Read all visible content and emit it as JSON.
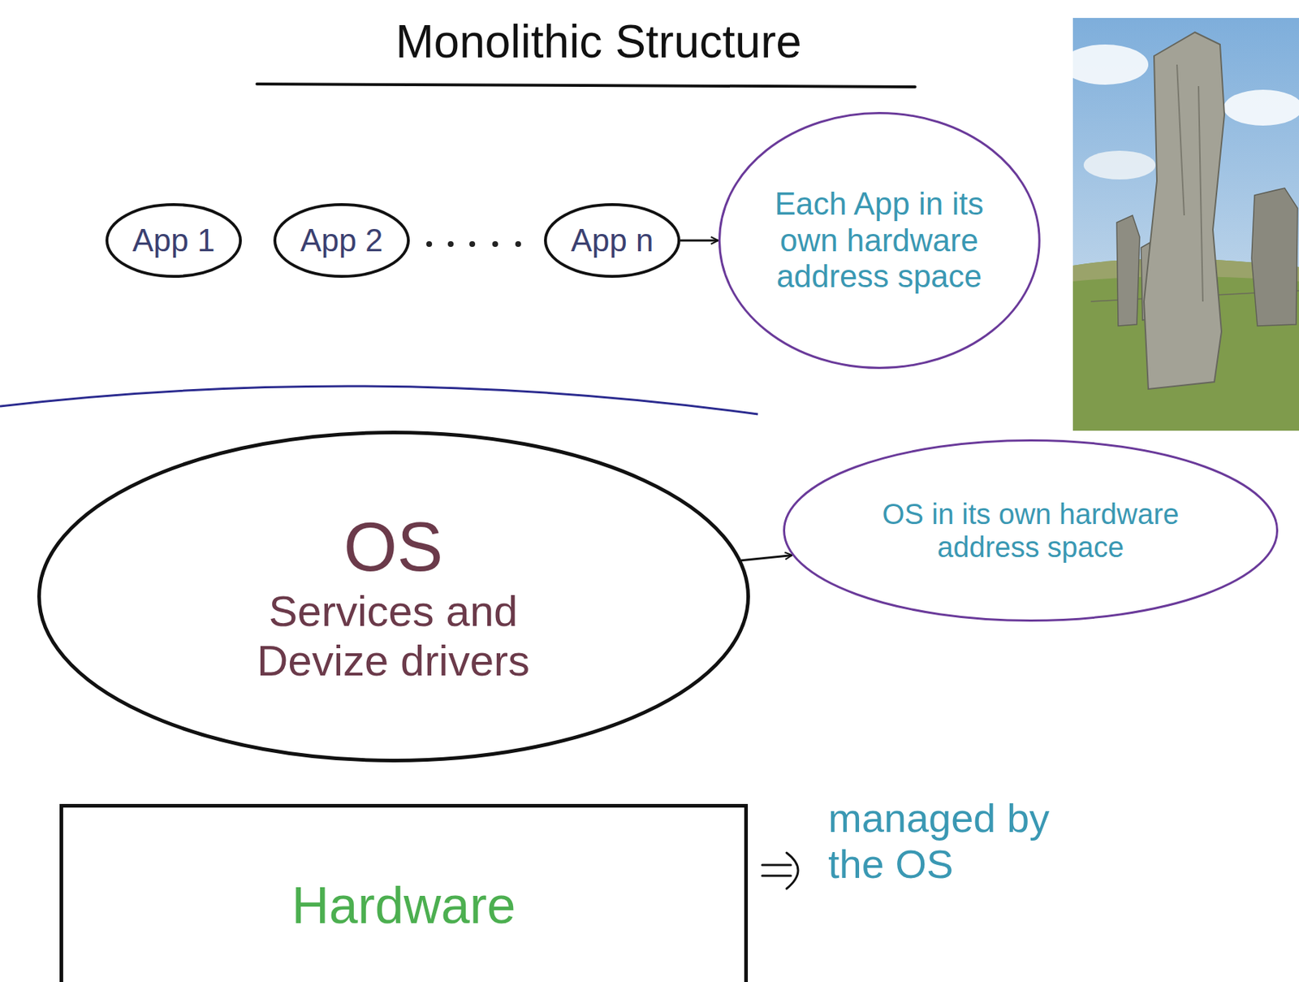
{
  "diagram": {
    "title": "Monolithic Structure",
    "nodes": [
      {
        "text": [
          "App 1"
        ]
      },
      {
        "text": [
          "App 2"
        ]
      },
      {
        "text": [
          "App n"
        ]
      },
      {
        "text": [
          "Each App in its own hardware address space"
        ]
      },
      {
        "text": [
          "OS",
          "Services and Devize drivers"
        ]
      },
      {
        "text": [
          "OS in its own hardware address space"
        ]
      },
      {
        "text": [
          "Hardware"
        ]
      }
    ],
    "edges": [
      {
        "from": 2,
        "to": 3,
        "arrow": "to"
      },
      {
        "from": 4,
        "to": 5,
        "arrow": "to"
      }
    ],
    "labels": [
      "managed by the OS"
    ]
  }
}
